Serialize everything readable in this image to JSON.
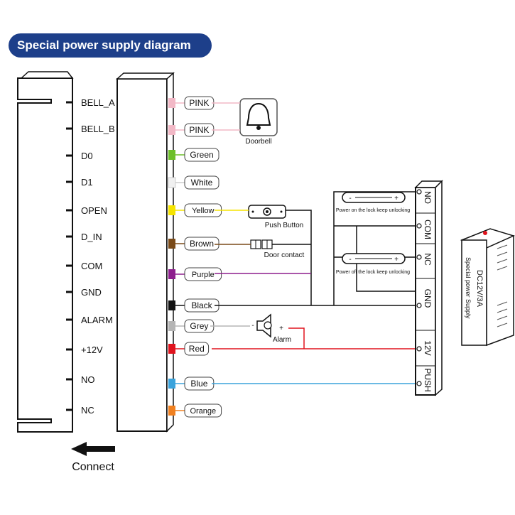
{
  "title": "Special power supply diagram",
  "terminals": [
    "BELL_A",
    "BELL_B",
    "D0",
    "D1",
    "OPEN",
    "D_IN",
    "COM",
    "GND",
    "ALARM",
    "+12V",
    "NO",
    "NC"
  ],
  "wires": [
    {
      "label": "PINK",
      "color": "#f2b8c6"
    },
    {
      "label": "PINK",
      "color": "#f2b8c6"
    },
    {
      "label": "Green",
      "color": "#6dbf2a"
    },
    {
      "label": "White",
      "color": "#f0f0f0"
    },
    {
      "label": "Yellow",
      "color": "#f5e400"
    },
    {
      "label": "Brown",
      "color": "#7a4a18"
    },
    {
      "label": "Purple",
      "color": "#8e1f8e"
    },
    {
      "label": "Black",
      "color": "#111111"
    },
    {
      "label": "Grey",
      "color": "#b5b5b5"
    },
    {
      "label": "Red",
      "color": "#e0141e"
    },
    {
      "label": "Blue",
      "color": "#3aa3dc"
    },
    {
      "label": "Orange",
      "color": "#f08020"
    }
  ],
  "devices": {
    "doorbell": "Doorbell",
    "push_button": "Push Button",
    "door_contact": "Door contact",
    "alarm": "Alarm",
    "alarm_minus": "-",
    "alarm_plus": "+"
  },
  "relay_labels": {
    "power_on": "Power on the lock keep unlocking",
    "power_off": "Power off the lock keep unlocking",
    "minus": "-",
    "plus": "+"
  },
  "power_terminals": [
    "NO",
    "COM",
    "NC",
    "GND",
    "12V",
    "PUSH"
  ],
  "power_box": {
    "line1": "DC12V/3A",
    "line2": "Special power Supply"
  },
  "connect_label": "Connect"
}
